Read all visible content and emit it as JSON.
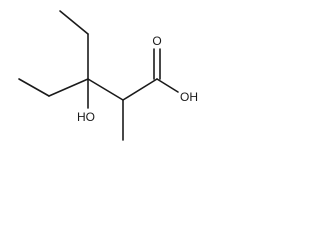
{
  "molecule": {
    "atoms": {
      "o_carbonyl": "O",
      "oh_acid": "OH",
      "oh_alcohol": "HO"
    },
    "colors": {
      "bond": "#1a1a1a",
      "background": "#ffffff"
    }
  }
}
